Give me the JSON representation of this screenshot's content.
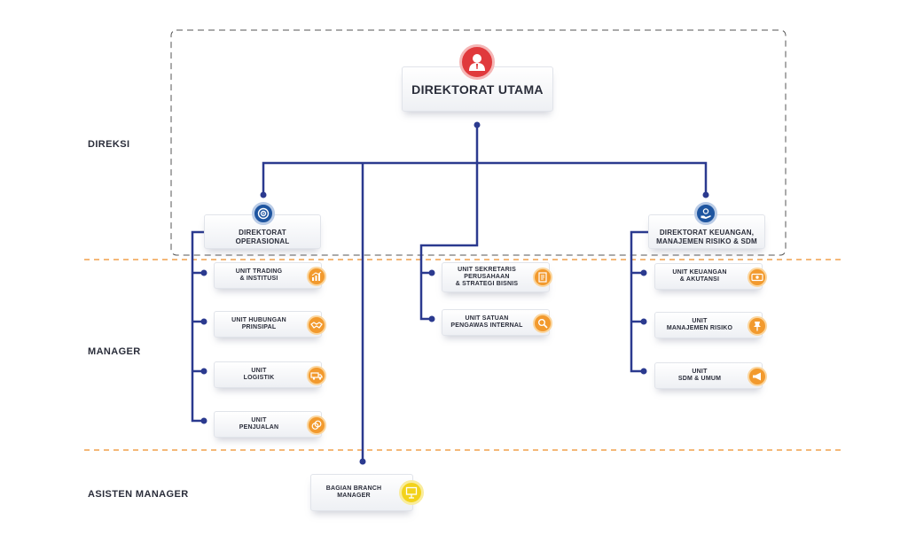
{
  "levels": {
    "direksi": "DIREKSI",
    "manager": "MANAGER",
    "asisten_manager": "ASISTEN MANAGER"
  },
  "colors": {
    "connector": "#2b3a8f",
    "guide_line": "#f0a04b",
    "direksi_border": "#555555",
    "unit_badge": "#f29a2e",
    "director_badge": "#1e55a0",
    "top_badge": "#e0393c",
    "branch_badge": "#f2d21b"
  },
  "top": {
    "label": "DIREKTORAT UTAMA",
    "icon": "person-icon"
  },
  "directorates": {
    "operasional": {
      "label": "DIREKTORAT\nOPERASIONAL",
      "icon": "target-icon"
    },
    "keuangan": {
      "label": "DIREKTORAT KEUANGAN,\nMANAJEMEN RISIKO & SDM",
      "icon": "hand-coin-icon"
    }
  },
  "units": {
    "trading": {
      "label": "UNIT TRADING\n& INSTITUSI",
      "icon": "chart-icon"
    },
    "hubungan": {
      "label": "UNIT HUBUNGAN\nPRINSIPAL",
      "icon": "handshake-icon"
    },
    "logistik": {
      "label": "UNIT\nLOGISTIK",
      "icon": "truck-icon"
    },
    "penjualan": {
      "label": "UNIT\nPENJUALAN",
      "icon": "coins-icon"
    },
    "sekretaris": {
      "label": "UNIT SEKRETARIS\nPERUSAHAAN\n& STRATEGI BISNIS",
      "icon": "document-icon"
    },
    "spi": {
      "label": "UNIT SATUAN\nPENGAWAS INTERNAL",
      "icon": "magnifier-icon"
    },
    "keuangan": {
      "label": "UNIT KEUANGAN\n& AKUTANSI",
      "icon": "money-icon"
    },
    "risiko": {
      "label": "UNIT\nMANAJEMEN RISIKO",
      "icon": "pin-icon"
    },
    "sdm": {
      "label": "UNIT\nSDM & UMUM",
      "icon": "megaphone-icon"
    }
  },
  "branch": {
    "label": "BAGIAN BRANCH\nMANAGER",
    "icon": "presentation-icon"
  }
}
